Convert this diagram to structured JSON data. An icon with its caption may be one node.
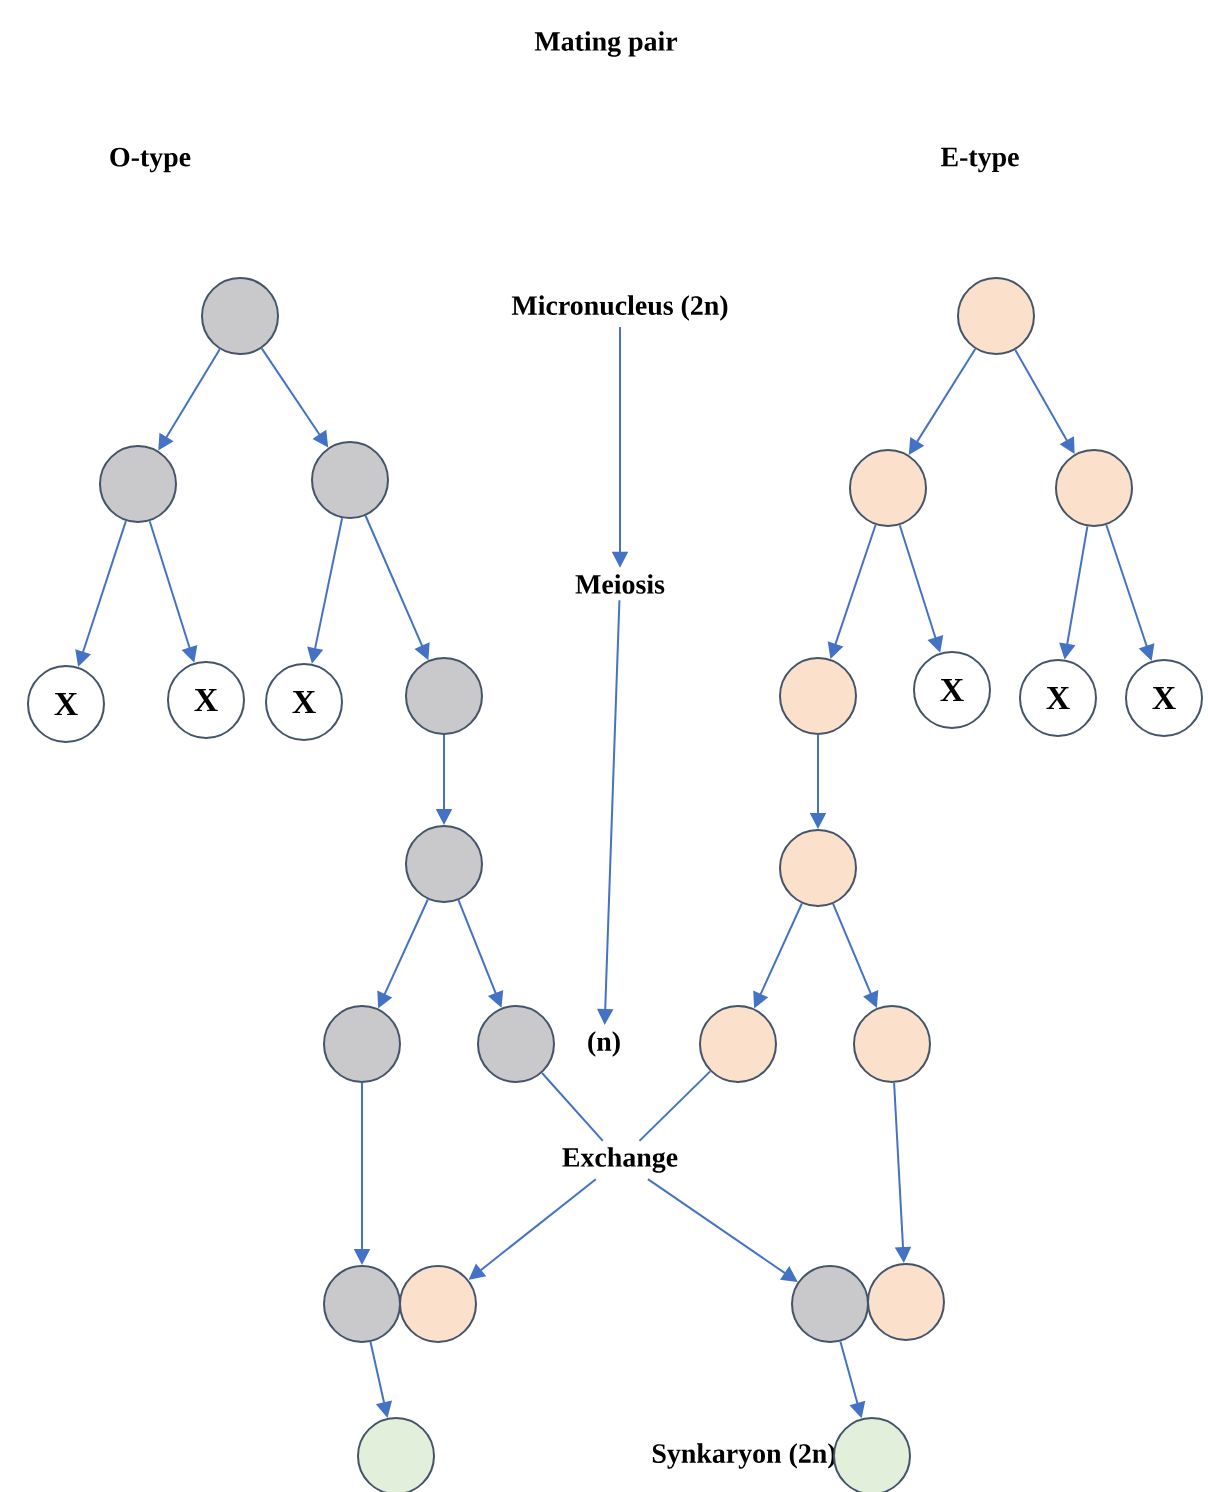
{
  "diagram": {
    "title": "Mating pair",
    "nodes": [
      {
        "text": [],
        "shape": "circle"
      },
      {
        "text": [],
        "shape": "circle"
      },
      {
        "text": [],
        "shape": "circle"
      },
      {
        "text": [
          "X"
        ]
      },
      {
        "text": [
          "X"
        ]
      },
      {
        "text": [
          "X"
        ]
      },
      {
        "text": [],
        "shape": "circle"
      },
      {
        "text": [],
        "shape": "circle"
      },
      {
        "text": [],
        "shape": "circle"
      },
      {
        "text": [],
        "shape": "circle"
      },
      {
        "text": [],
        "shape": "circle"
      },
      {
        "text": [],
        "shape": "circle"
      },
      {
        "text": [],
        "shape": "circle"
      },
      {
        "text": [],
        "shape": "circle"
      },
      {
        "text": [
          "X"
        ]
      },
      {
        "text": [
          "X"
        ]
      },
      {
        "text": [
          "X"
        ]
      },
      {
        "text": [],
        "shape": "circle"
      },
      {
        "text": [],
        "shape": "circle"
      },
      {
        "text": [],
        "shape": "circle"
      },
      {
        "text": [
          "Micronucleus (2n)"
        ]
      },
      {
        "text": [
          "Meiosis"
        ]
      },
      {
        "text": [
          "(n)"
        ]
      },
      {
        "text": [
          "Exchange"
        ]
      },
      {
        "text": [],
        "shape": "circle"
      },
      {
        "text": [],
        "shape": "circle"
      },
      {
        "text": [],
        "shape": "circle"
      },
      {
        "text": [],
        "shape": "circle"
      },
      {
        "text": [],
        "shape": "circle"
      },
      {
        "text": [],
        "shape": "circle"
      }
    ],
    "edges": [
      {
        "from": 0,
        "to": 1,
        "arrow": "to"
      },
      {
        "from": 0,
        "to": 2,
        "arrow": "to"
      },
      {
        "from": 1,
        "to": 3,
        "arrow": "to"
      },
      {
        "from": 1,
        "to": 4,
        "arrow": "to"
      },
      {
        "from": 2,
        "to": 5,
        "arrow": "to"
      },
      {
        "from": 2,
        "to": 6,
        "arrow": "to"
      },
      {
        "from": 6,
        "to": 7,
        "arrow": "to"
      },
      {
        "from": 7,
        "to": 8,
        "arrow": "to"
      },
      {
        "from": 7,
        "to": 9,
        "arrow": "to"
      },
      {
        "from": 10,
        "to": 11,
        "arrow": "to"
      },
      {
        "from": 10,
        "to": 12,
        "arrow": "to"
      },
      {
        "from": 11,
        "to": 13,
        "arrow": "to"
      },
      {
        "from": 11,
        "to": 14,
        "arrow": "to"
      },
      {
        "from": 12,
        "to": 15,
        "arrow": "to"
      },
      {
        "from": 12,
        "to": 16,
        "arrow": "to"
      },
      {
        "from": 13,
        "to": 17,
        "arrow": "to"
      },
      {
        "from": 17,
        "to": 18,
        "arrow": "to"
      },
      {
        "from": 17,
        "to": 19,
        "arrow": "to"
      },
      {
        "from": 20,
        "to": 21,
        "arrow": "to"
      },
      {
        "from": 21,
        "to": 22,
        "arrow": "to"
      },
      {
        "from": 9,
        "to": 23,
        "arrow": "none"
      },
      {
        "from": 18,
        "to": 23,
        "arrow": "none"
      },
      {
        "from": 23,
        "to": 25,
        "arrow": "to"
      },
      {
        "from": 23,
        "to": 26,
        "arrow": "to"
      },
      {
        "from": 8,
        "to": 24,
        "arrow": "to"
      },
      {
        "from": 19,
        "to": 27,
        "arrow": "to"
      },
      {
        "from": 24,
        "to": 28,
        "arrow": "to"
      },
      {
        "from": 26,
        "to": 29,
        "arrow": "to"
      }
    ],
    "labels": [
      "O-type",
      "E-type",
      "Synkaryon (2n)"
    ]
  }
}
